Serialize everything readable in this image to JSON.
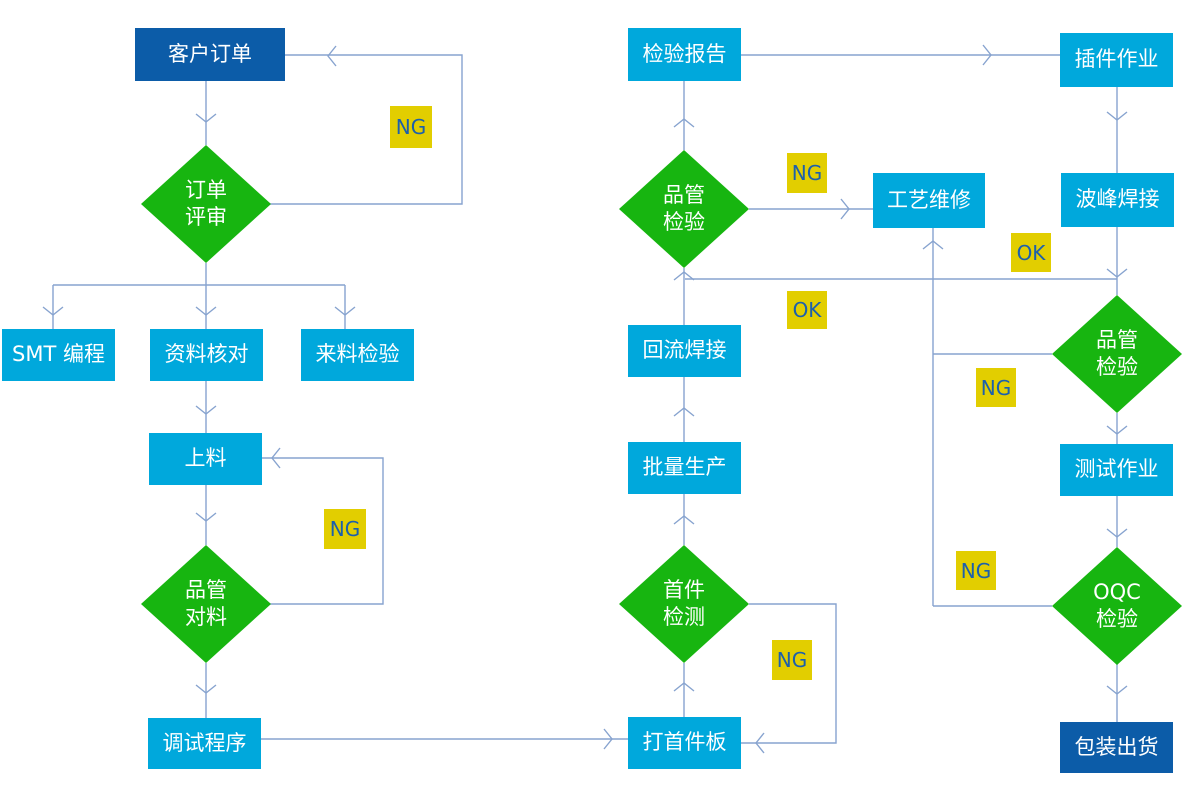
{
  "diagram_type": "flowchart",
  "colors": {
    "process_fill": "#00A8DC",
    "decision_fill": "#17B510",
    "terminal_fill": "#0C5CA8",
    "badge_fill": "#E2CE00",
    "badge_text": "#1C60AC",
    "connector": "#87A3CF",
    "node_text": "#FFFFFF"
  },
  "nodes": {
    "customer_order": {
      "label": "客户订单",
      "type": "terminal"
    },
    "order_review": {
      "label": "订单\n评审",
      "type": "decision"
    },
    "smt_programming": {
      "label": "SMT 编程",
      "type": "process"
    },
    "data_check": {
      "label": "资料核对",
      "type": "process"
    },
    "incoming_inspection": {
      "label": "来料检验",
      "type": "process"
    },
    "loading": {
      "label": "上料",
      "type": "process"
    },
    "qc_material_check": {
      "label": "品管\n对料",
      "type": "decision"
    },
    "debug_program": {
      "label": "调试程序",
      "type": "process"
    },
    "first_article_board": {
      "label": "打首件板",
      "type": "process"
    },
    "first_article_inspection": {
      "label": "首件\n检测",
      "type": "decision"
    },
    "mass_production": {
      "label": "批量生产",
      "type": "process"
    },
    "reflow_soldering": {
      "label": "回流焊接",
      "type": "process"
    },
    "qc_inspection_reflow": {
      "label": "品管\n检验",
      "type": "decision"
    },
    "inspection_report": {
      "label": "检验报告",
      "type": "process"
    },
    "process_repair": {
      "label": "工艺维修",
      "type": "process"
    },
    "plugin_operation": {
      "label": "插件作业",
      "type": "process"
    },
    "wave_soldering": {
      "label": "波峰焊接",
      "type": "process"
    },
    "qc_inspection_wave": {
      "label": "品管\n检验",
      "type": "decision"
    },
    "test_operation": {
      "label": "测试作业",
      "type": "process"
    },
    "oqc_inspection": {
      "label": "OQC\n检验",
      "type": "decision"
    },
    "packing_shipping": {
      "label": "包装出货",
      "type": "terminal"
    }
  },
  "badges": {
    "order_review_ng": {
      "text": "NG"
    },
    "qc_material_ng": {
      "text": "NG"
    },
    "qc_reflow_ng": {
      "text": "NG"
    },
    "qc_reflow_ok": {
      "text": "OK"
    },
    "wave_ok": {
      "text": "OK"
    },
    "qc_wave_ng": {
      "text": "NG"
    },
    "first_article_ng": {
      "text": "NG"
    },
    "oqc_ng": {
      "text": "NG"
    }
  },
  "edges": [
    {
      "from": "customer_order",
      "to": "order_review"
    },
    {
      "from": "order_review",
      "to": "customer_order",
      "label": "NG"
    },
    {
      "from": "order_review",
      "to": "smt_programming"
    },
    {
      "from": "order_review",
      "to": "data_check"
    },
    {
      "from": "order_review",
      "to": "incoming_inspection"
    },
    {
      "from": "data_check",
      "to": "loading"
    },
    {
      "from": "loading",
      "to": "qc_material_check"
    },
    {
      "from": "qc_material_check",
      "to": "loading",
      "label": "NG"
    },
    {
      "from": "qc_material_check",
      "to": "debug_program"
    },
    {
      "from": "debug_program",
      "to": "first_article_board"
    },
    {
      "from": "first_article_board",
      "to": "first_article_inspection"
    },
    {
      "from": "first_article_inspection",
      "to": "first_article_board",
      "label": "NG"
    },
    {
      "from": "first_article_inspection",
      "to": "mass_production"
    },
    {
      "from": "mass_production",
      "to": "reflow_soldering"
    },
    {
      "from": "reflow_soldering",
      "to": "qc_inspection_reflow"
    },
    {
      "from": "qc_inspection_reflow",
      "to": "inspection_report"
    },
    {
      "from": "qc_inspection_reflow",
      "to": "process_repair",
      "label": "NG"
    },
    {
      "from": "qc_inspection_reflow",
      "to": "qc_inspection_wave",
      "label": "OK"
    },
    {
      "from": "inspection_report",
      "to": "plugin_operation"
    },
    {
      "from": "plugin_operation",
      "to": "wave_soldering"
    },
    {
      "from": "wave_soldering",
      "to": "qc_inspection_wave",
      "label": "OK"
    },
    {
      "from": "qc_inspection_wave",
      "to": "process_repair",
      "label": "NG"
    },
    {
      "from": "qc_inspection_wave",
      "to": "test_operation"
    },
    {
      "from": "test_operation",
      "to": "oqc_inspection"
    },
    {
      "from": "oqc_inspection",
      "to": "process_repair",
      "label": "NG"
    },
    {
      "from": "oqc_inspection",
      "to": "packing_shipping"
    }
  ]
}
